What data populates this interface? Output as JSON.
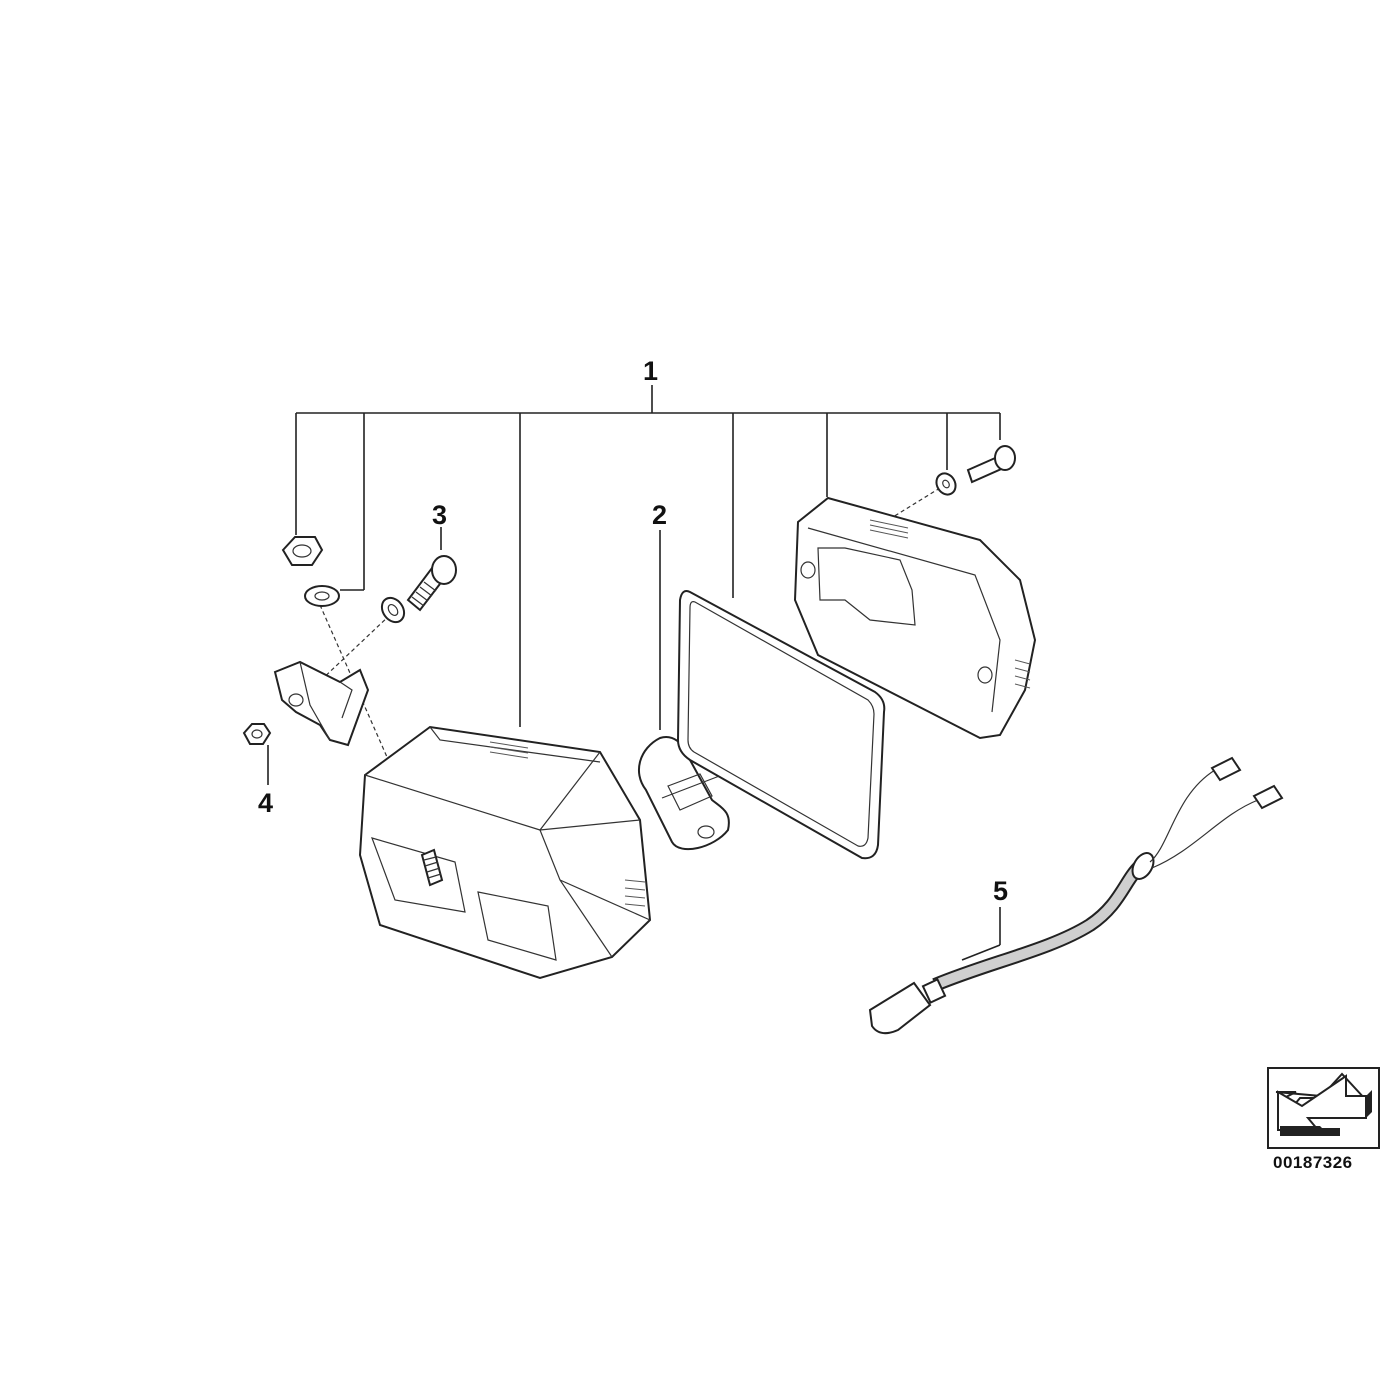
{
  "diagram": {
    "callouts": {
      "c1": "1",
      "c2": "2",
      "c3": "3",
      "c4": "4",
      "c5": "5"
    },
    "reference_number": "00187326",
    "colors": {
      "line": "#222222",
      "background": "#ffffff",
      "wire_sheath": "#cfcfcf"
    },
    "icons": {
      "direction_marker": "arrow-down-left-icon"
    }
  }
}
